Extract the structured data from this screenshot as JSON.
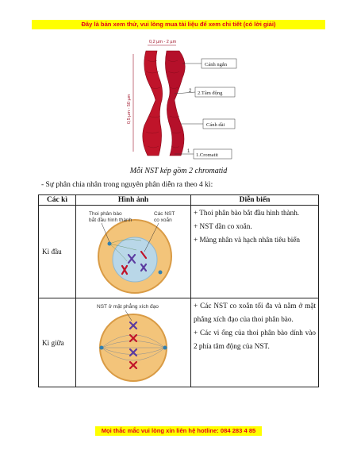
{
  "header": {
    "banner": "Đây là bản xem thử, vui lòng mua tài liệu để xem chi tiết (có lời giải)"
  },
  "figure": {
    "width_label": "0,2 µm - 2 µm",
    "length_label": "0,5 µm - 50 µm",
    "labels": [
      "Cánh ngắn",
      "2.Tâm động",
      "Cánh dài",
      "1.Cromatit"
    ],
    "index_labels": [
      "2",
      "1"
    ],
    "caption": "Mỗi NST kép gồm 2 chromatid"
  },
  "intro": "- Sự phân chia nhân trong nguyên phân diễn ra theo 4 kì:",
  "table": {
    "headers": [
      "Các kì",
      "Hình ảnh",
      "Diễn biến"
    ],
    "rows": [
      {
        "phase": "Kì đầu",
        "image_labels": [
          "Thoi phân bào",
          "bắt đầu hình thành",
          "Các NST",
          "co xoắn"
        ],
        "events": [
          "+ Thoi phân bào bắt đầu hình thành.",
          "+ NST dần co xoắn.",
          "+ Màng nhân và hạch nhân tiêu biến"
        ]
      },
      {
        "phase": "Kì giữa",
        "image_labels": [
          "NST ở mặt phẳng xích đạo"
        ],
        "events": [
          "+ Các NST co xoắn tối đa và nằm ở mặt phẳng xích đạo của thoi phân bào.",
          "+ Các vi ống của thoi phân bào dính vào 2 phía tâm động của NST."
        ]
      }
    ]
  },
  "footer": {
    "hotline": "Mọi thắc mắc vui lòng xin liên hệ hotline: 084 283 4 85"
  },
  "colors": {
    "banner_bg": "#ffff00",
    "banner_text": "#e3001b",
    "chromosome": "#c0142a",
    "cell": "#f3c47a",
    "nucleus": "#b9d7e8"
  }
}
